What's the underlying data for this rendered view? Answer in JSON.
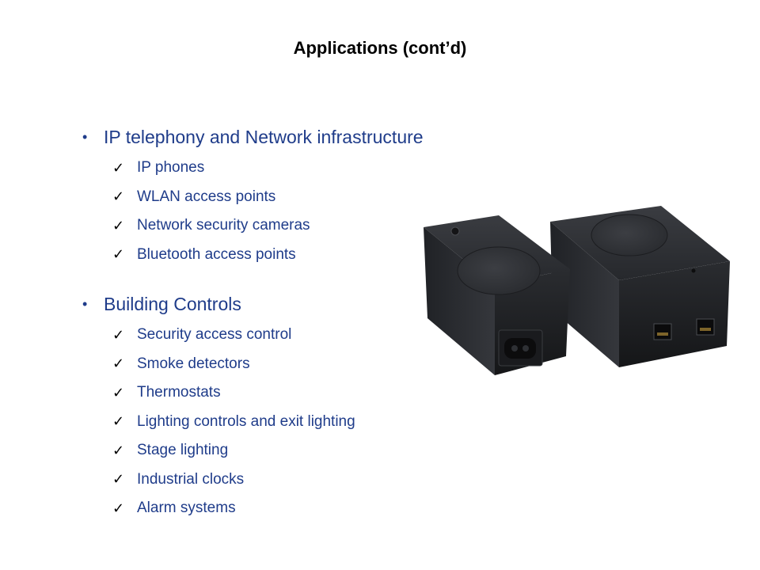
{
  "slide": {
    "title": "Applications (cont’d)"
  },
  "sections": [
    {
      "heading": "IP telephony and Network infrastructure",
      "items": [
        "IP phones",
        "WLAN access points",
        "Network security cameras",
        "Bluetooth access points"
      ]
    },
    {
      "heading": "Building Controls",
      "items": [
        "Security access control",
        "Smoke detectors",
        "Thermostats",
        "Lighting controls and exit lighting",
        "Stage lighting",
        "Industrial clocks",
        "Alarm systems"
      ]
    }
  ],
  "symbols": {
    "bullet": "•",
    "check": "✓"
  },
  "colors": {
    "text": "#1f3c8a",
    "device": "#2a2c30"
  }
}
